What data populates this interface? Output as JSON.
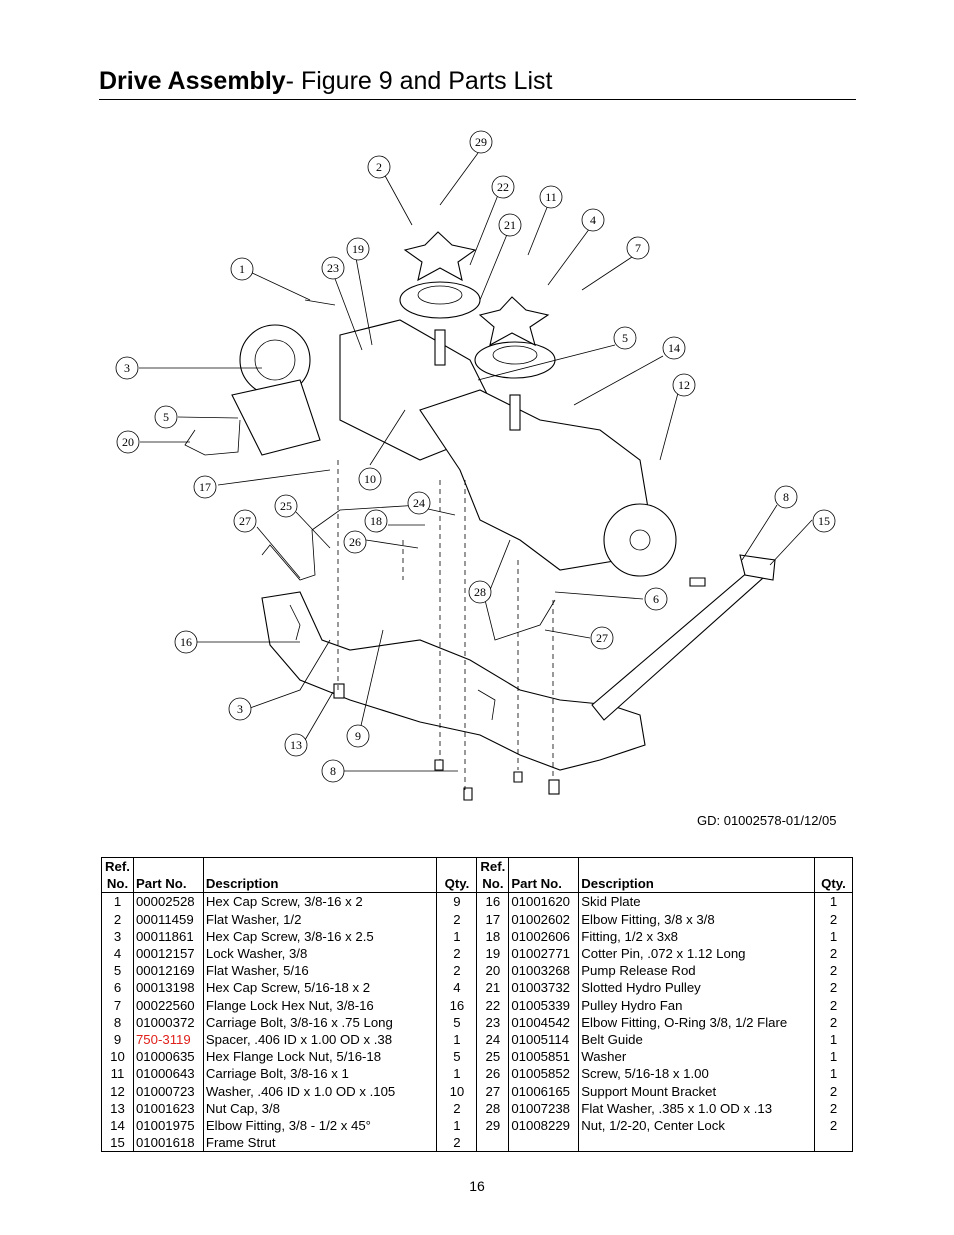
{
  "header": {
    "title_bold": "Drive Assembly",
    "title_rest": "- Figure 9 and Parts List"
  },
  "figure": {
    "code": "GD: 01002578-01/12/05",
    "callouts": [
      "29",
      "2",
      "22",
      "11",
      "21",
      "4",
      "7",
      "19",
      "1",
      "23",
      "5",
      "14",
      "3",
      "12",
      "5",
      "20",
      "17",
      "10",
      "24",
      "8",
      "25",
      "18",
      "15",
      "27",
      "26",
      "28",
      "6",
      "27",
      "16",
      "3",
      "9",
      "13",
      "8"
    ]
  },
  "parts_table": {
    "headers": {
      "ref_line1": "Ref.",
      "ref_line2": "No.",
      "part_no": "Part No.",
      "description": "Description",
      "qty": "Qty."
    },
    "left": [
      {
        "ref": "1",
        "part": "00002528",
        "desc": "Hex Cap Screw, 3/8-16 x 2",
        "qty": "9"
      },
      {
        "ref": "2",
        "part": "00011459",
        "desc": "Flat Washer, 1/2",
        "qty": "2"
      },
      {
        "ref": "3",
        "part": "00011861",
        "desc": "Hex Cap Screw, 3/8-16 x 2.5",
        "qty": "1"
      },
      {
        "ref": "4",
        "part": "00012157",
        "desc": "Lock Washer, 3/8",
        "qty": "2"
      },
      {
        "ref": "5",
        "part": "00012169",
        "desc": "Flat Washer, 5/16",
        "qty": "2"
      },
      {
        "ref": "6",
        "part": "00013198",
        "desc": "Hex Cap Screw, 5/16-18 x 2",
        "qty": "4"
      },
      {
        "ref": "7",
        "part": "00022560",
        "desc": "Flange Lock Hex Nut, 3/8-16",
        "qty": "16"
      },
      {
        "ref": "8",
        "part": "01000372",
        "desc": "Carriage Bolt, 3/8-16 x .75 Long",
        "qty": "5"
      },
      {
        "ref": "9",
        "part": "750-3119",
        "desc": "Spacer, .406 ID x 1.00 OD x .38",
        "qty": "1"
      },
      {
        "ref": "10",
        "part": "01000635",
        "desc": "Hex Flange Lock Nut, 5/16-18",
        "qty": "5"
      },
      {
        "ref": "11",
        "part": "01000643",
        "desc": "Carriage Bolt, 3/8-16 x 1",
        "qty": "1"
      },
      {
        "ref": "12",
        "part": "01000723",
        "desc": "Washer, .406 ID x 1.0 OD x .105",
        "qty": "10"
      },
      {
        "ref": "13",
        "part": "01001623",
        "desc": "Nut Cap, 3/8",
        "qty": "2"
      },
      {
        "ref": "14",
        "part": "01001975",
        "desc": "Elbow Fitting, 3/8 - 1/2 x 45°",
        "qty": "1"
      },
      {
        "ref": "15",
        "part": "01001618",
        "desc": "Frame Strut",
        "qty": "2"
      }
    ],
    "right": [
      {
        "ref": "16",
        "part": "01001620",
        "desc": "Skid Plate",
        "qty": "1"
      },
      {
        "ref": "17",
        "part": "01002602",
        "desc": "Elbow Fitting, 3/8 x 3/8",
        "qty": "2"
      },
      {
        "ref": "18",
        "part": "01002606",
        "desc": "Fitting, 1/2 x 3x8",
        "qty": "1"
      },
      {
        "ref": "19",
        "part": "01002771",
        "desc": "Cotter Pin, .072 x 1.12 Long",
        "qty": "2"
      },
      {
        "ref": "20",
        "part": "01003268",
        "desc": "Pump Release Rod",
        "qty": "2"
      },
      {
        "ref": "21",
        "part": "01003732",
        "desc": "Slotted Hydro Pulley",
        "qty": "2"
      },
      {
        "ref": "22",
        "part": "01005339",
        "desc": "Pulley Hydro Fan",
        "qty": "2"
      },
      {
        "ref": "23",
        "part": "01004542",
        "desc": "Elbow Fitting, O-Ring 3/8, 1/2 Flare",
        "qty": "2"
      },
      {
        "ref": "24",
        "part": "01005114",
        "desc": "Belt Guide",
        "qty": "1"
      },
      {
        "ref": "25",
        "part": "01005851",
        "desc": "Washer",
        "qty": "1"
      },
      {
        "ref": "26",
        "part": "01005852",
        "desc": "Screw, 5/16-18 x 1.00",
        "qty": "1"
      },
      {
        "ref": "27",
        "part": "01006165",
        "desc": "Support Mount Bracket",
        "qty": "2"
      },
      {
        "ref": "28",
        "part": "01007238",
        "desc": "Flat Washer, .385 x 1.0 OD x .13",
        "qty": "2"
      },
      {
        "ref": "29",
        "part": "01008229",
        "desc": "Nut, 1/2-20, Center Lock",
        "qty": "2"
      },
      {
        "ref": "",
        "part": "",
        "desc": "",
        "qty": ""
      }
    ],
    "highlight_color": "#e0201a",
    "highlighted_part": "750-3119"
  },
  "footer": {
    "page_number": "16"
  }
}
